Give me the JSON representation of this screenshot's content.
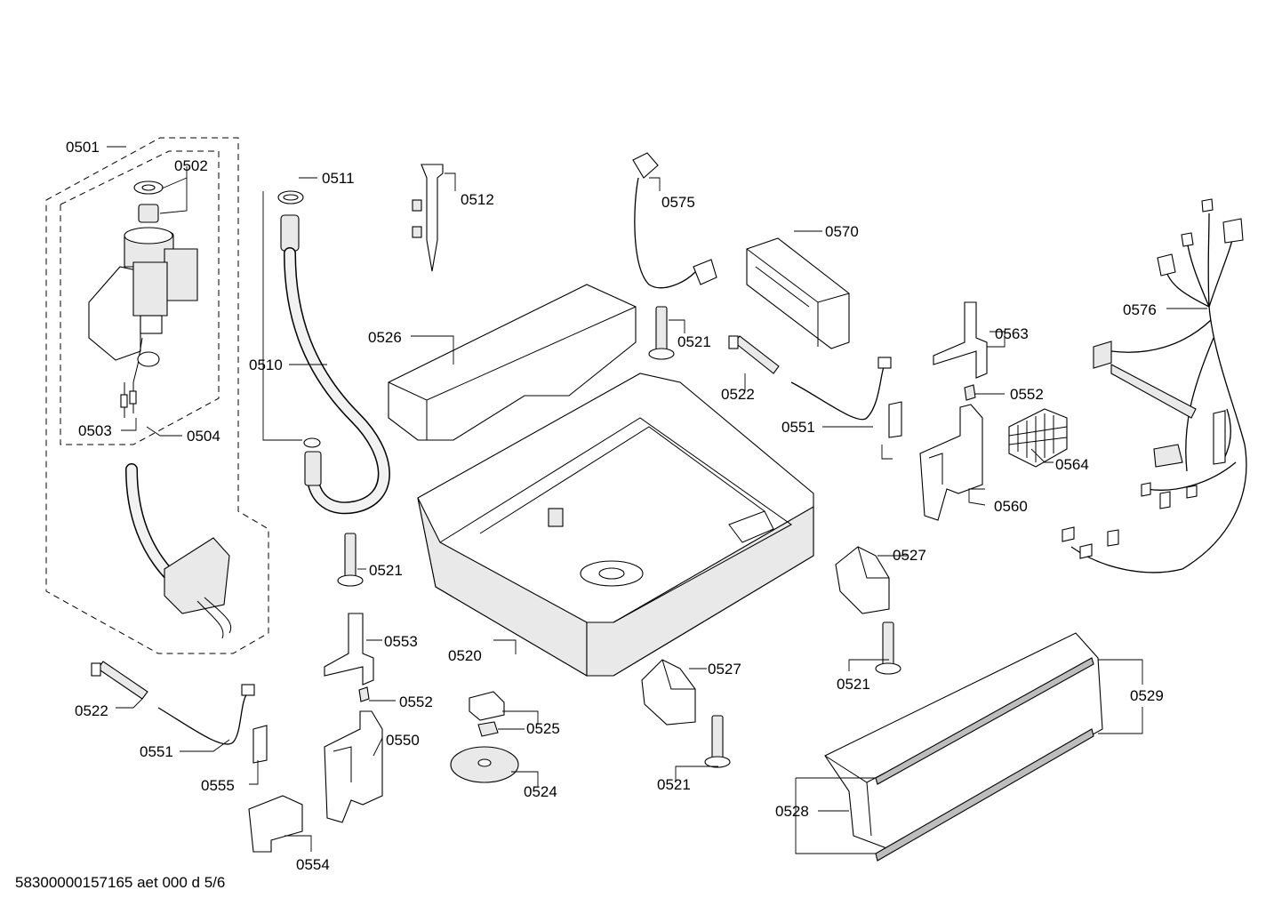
{
  "drawing": {
    "footer": "58300000157165 aet 000 d 5/6",
    "labels": {
      "p0501": "0501",
      "p0502": "0502",
      "p0503": "0503",
      "p0504": "0504",
      "p0510": "0510",
      "p0511": "0511",
      "p0512": "0512",
      "p0520": "0520",
      "p0521a": "0521",
      "p0521b": "0521",
      "p0521c": "0521",
      "p0521d": "0521",
      "p0522a": "0522",
      "p0522b": "0522",
      "p0524": "0524",
      "p0525": "0525",
      "p0526": "0526",
      "p0527a": "0527",
      "p0527b": "0527",
      "p0528": "0528",
      "p0529": "0529",
      "p0550": "0550",
      "p0551a": "0551",
      "p0551b": "0551",
      "p0552a": "0552",
      "p0552b": "0552",
      "p0553": "0553",
      "p0554": "0554",
      "p0555": "0555",
      "p0560": "0560",
      "p0563": "0563",
      "p0564": "0564",
      "p0570": "0570",
      "p0575": "0575",
      "p0576": "0576"
    }
  }
}
